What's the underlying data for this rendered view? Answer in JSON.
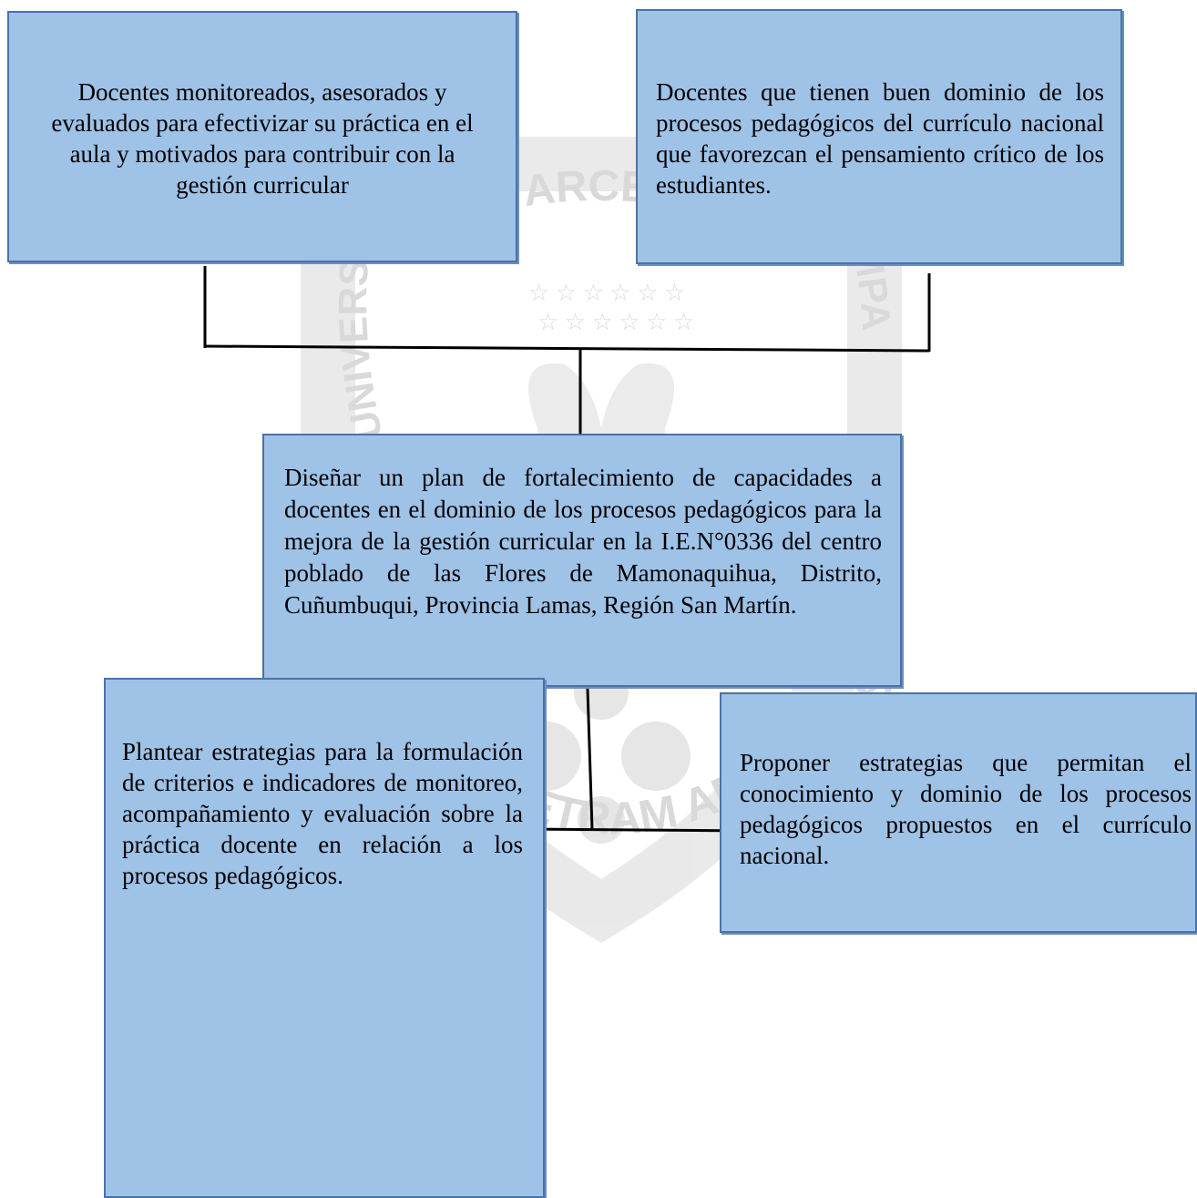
{
  "diagram": {
    "top_left": {
      "text": "Docentes  monitoreados, asesorados y evaluados para efectivizar su práctica en el aula y motivados para contribuir con la gestión curricular"
    },
    "top_right": {
      "text": "Docentes que tienen buen  dominio de los procesos pedagógicos del currículo nacional que favorezcan el pensamiento crítico de los estudiantes."
    },
    "center": {
      "text": "Diseñar un plan de fortalecimiento de capacidades a docentes en el dominio de los procesos pedagógicos para la mejora de la gestión curricular en la I.E.N°0336 del centro poblado de las Flores de Mamonaquihua, Distrito, Cuñumbuqui, Provincia Lamas, Región San Martín."
    },
    "bottom_left": {
      "text": "Plantear estrategias para la formulación de criterios e indicadores de monitoreo, acompañamiento y evaluación sobre la práctica docente en relación a los procesos pedagógicos."
    },
    "bottom_right": {
      "text": "Proponer estrategias que permitan el conocimiento y dominio de los procesos pedagógicos propuestos en el currículo nacional."
    }
  },
  "watermark": {
    "top_arc": "ARCE",
    "left_arc": "UNIVERSIDAD",
    "right_arc": "CHAMPA",
    "bottom_arc": "SUPER PETRAM AEDIFICABO",
    "color": "#d9d9d9"
  },
  "colors": {
    "box_fill": "#9fc2e7",
    "box_border": "#4a72a8",
    "connector": "#000000"
  }
}
